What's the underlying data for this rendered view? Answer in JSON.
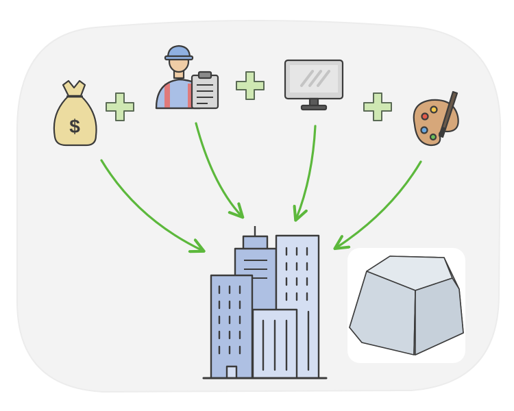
{
  "diagram": {
    "inputs": [
      {
        "name": "money-bag",
        "glyph": "$"
      },
      {
        "name": "worker"
      },
      {
        "name": "computer-monitor"
      },
      {
        "name": "paint-palette"
      }
    ],
    "output": {
      "name": "office-buildings"
    },
    "operator_icon": "plus-icon",
    "connector_icon": "arrow",
    "extra_icon": "keycap-icon"
  },
  "colors": {
    "background_blob": "#f3f3f3",
    "arrow": "#5cb83c",
    "plus_fill": "#cfe8b3",
    "plus_stroke": "#5a6a55",
    "outline": "#3b3b3b",
    "bag": "#ecdca0",
    "building_blue": "#aec0e3",
    "building_light": "#d4def2",
    "keycap": "#d6dee6",
    "panel": "#ffffff"
  }
}
